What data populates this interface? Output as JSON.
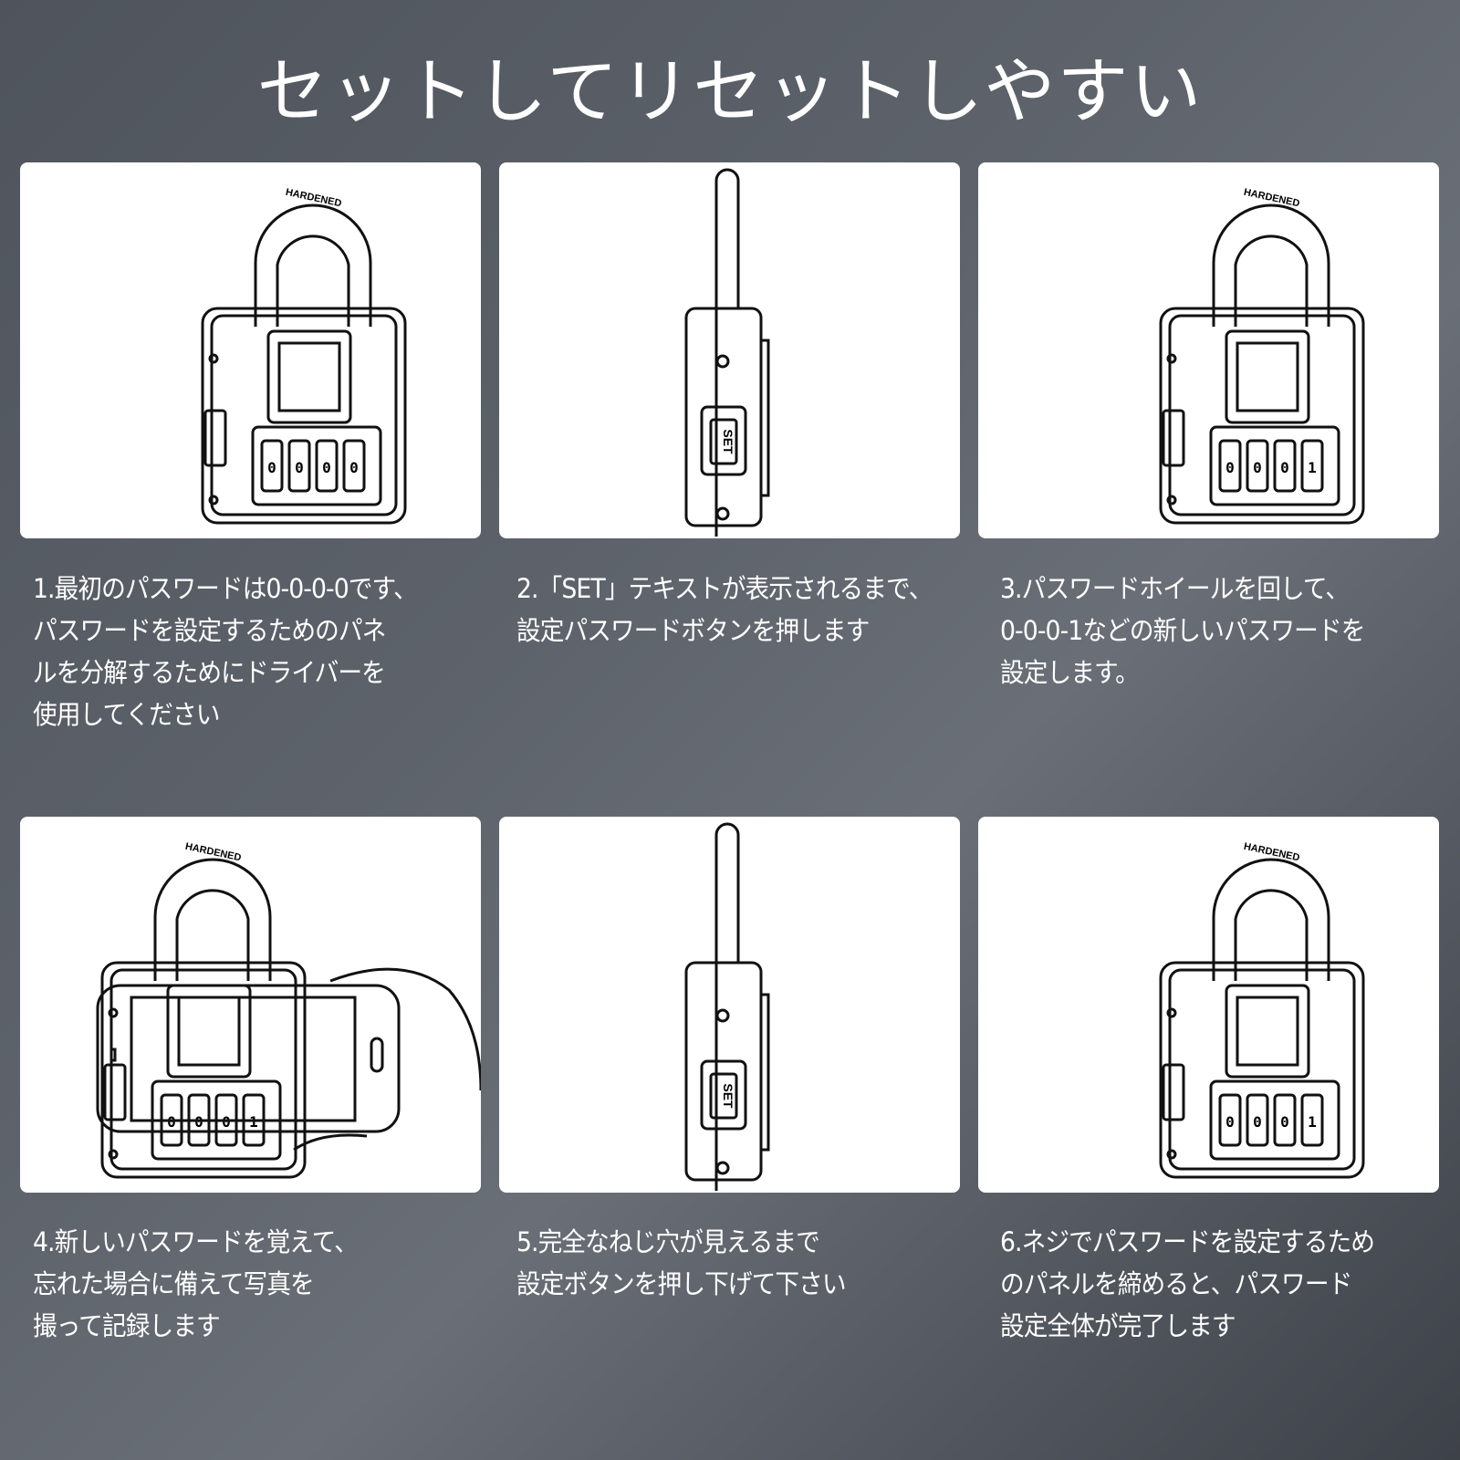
{
  "title": "セットしてリセットしやすい",
  "shackle_label": "HARDENED",
  "button_label": "SET",
  "steps": [
    {
      "lines": [
        "1.最初のパスワードは0-0-0-0です、",
        "パスワードを設定するためのパネ",
        "ルを分解するためにドライバーを",
        "使用してください"
      ],
      "view": "front",
      "digits": [
        "0",
        "0",
        "0",
        "0"
      ]
    },
    {
      "lines": [
        "2.「SET」テキストが表示されるまで、",
        "設定パスワードボタンを押します"
      ],
      "view": "side"
    },
    {
      "lines": [
        "3.パスワードホイールを回して、",
        "0-0-0-1などの新しいパスワードを",
        "設定します。"
      ],
      "view": "front",
      "digits": [
        "0",
        "0",
        "0",
        "1"
      ]
    },
    {
      "lines": [
        "4.新しいパスワードを覚えて、",
        "忘れた場合に備えて写真を",
        "撮って記録します"
      ],
      "view": "phone",
      "digits": [
        "0",
        "0",
        "0",
        "1"
      ]
    },
    {
      "lines": [
        "5.完全なねじ穴が見えるまで",
        "設定ボタンを押し下げて下さい"
      ],
      "view": "side"
    },
    {
      "lines": [
        "6.ネジでパスワードを設定するため",
        "のパネルを締めると、パスワード",
        "設定全体が完了します"
      ],
      "view": "front",
      "digits": [
        "0",
        "0",
        "0",
        "1"
      ]
    }
  ]
}
